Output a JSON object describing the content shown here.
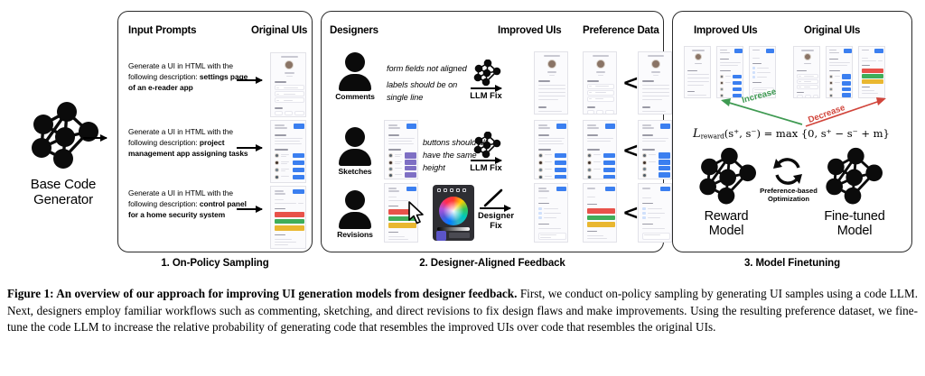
{
  "figure": {
    "caption_bold": "Figure 1: An overview of our approach for improving UI generation models from designer feedback.",
    "caption_rest": " First, we conduct on-policy sampling by generating UI samples using a code LLM. Next, designers employ familiar workflows such as commenting, sketching, and direct revisions to fix design flaws and make improvements. Using the resulting preference dataset, we fine-tune the code LLM to increase the relative probability of generating code that resembles the improved UIs over code that resembles the original UIs."
  },
  "base_model": {
    "label": "Base Code\nGenerator",
    "icon": "neural-network-icon"
  },
  "panel1": {
    "caption": "1. On-Policy Sampling",
    "col_headers": {
      "prompts": "Input Prompts",
      "uis": "Original UIs"
    },
    "prompts": [
      {
        "lead": "Generate a UI in HTML with the following description: ",
        "bold": "settings page of an e-reader app"
      },
      {
        "lead": "Generate a UI in HTML with the following description: ",
        "bold": "project management app assigning tasks"
      },
      {
        "lead": "Generate a UI in HTML with the following description: ",
        "bold": "control panel for a home security system"
      }
    ]
  },
  "panel2": {
    "caption": "2. Designer-Aligned Feedback",
    "col_headers": {
      "designers": "Designers",
      "improved": "Improved UIs",
      "preference": "Preference Data"
    },
    "rows": [
      {
        "designer": "Comments",
        "notes": [
          "form fields not aligned",
          "labels should be on single line"
        ],
        "fix_label": "LLM Fix",
        "fix_icon": "neural-network-icon",
        "compare_glyph": "<"
      },
      {
        "designer": "Sketches",
        "notes": [
          "buttons should all have the same height"
        ],
        "fix_label": "LLM Fix",
        "fix_icon": "neural-network-icon",
        "compare_glyph": "<"
      },
      {
        "designer": "Revisions",
        "notes": [],
        "fix_label": "Designer\nFix",
        "fix_icon": "pencil-icon",
        "compare_glyph": "<"
      }
    ]
  },
  "panel3": {
    "caption": "3. Model Finetuning",
    "col_headers": {
      "improved": "Improved UIs",
      "original": "Original UIs"
    },
    "increase_label": "Increase",
    "decrease_label": "Decrease",
    "increase_color": "#3f9a52",
    "decrease_color": "#d1453b",
    "equation": {
      "lhs_script": "L",
      "lhs_sub": "reward",
      "lhs_args": "(s⁺, s⁻)",
      "rhs": "= max {0, s⁺ − s⁻ + m}",
      "plain": "ℒ_reward(s⁺,s⁻) = max {0, s⁺ − s⁻ + m}"
    },
    "left_model": "Reward\nModel",
    "right_model": "Fine-tuned\nModel",
    "loop_label": "Preference-based\nOptimization",
    "loop_icon": "refresh-cycle-icon"
  },
  "colors": {
    "panel_border": "#2a2a2a",
    "ui_blue": "#3b7ff0",
    "ui_red": "#e8524a",
    "ui_green": "#3fae5a",
    "ui_yellow": "#e9b730",
    "ui_purple": "#7e6fc4"
  }
}
